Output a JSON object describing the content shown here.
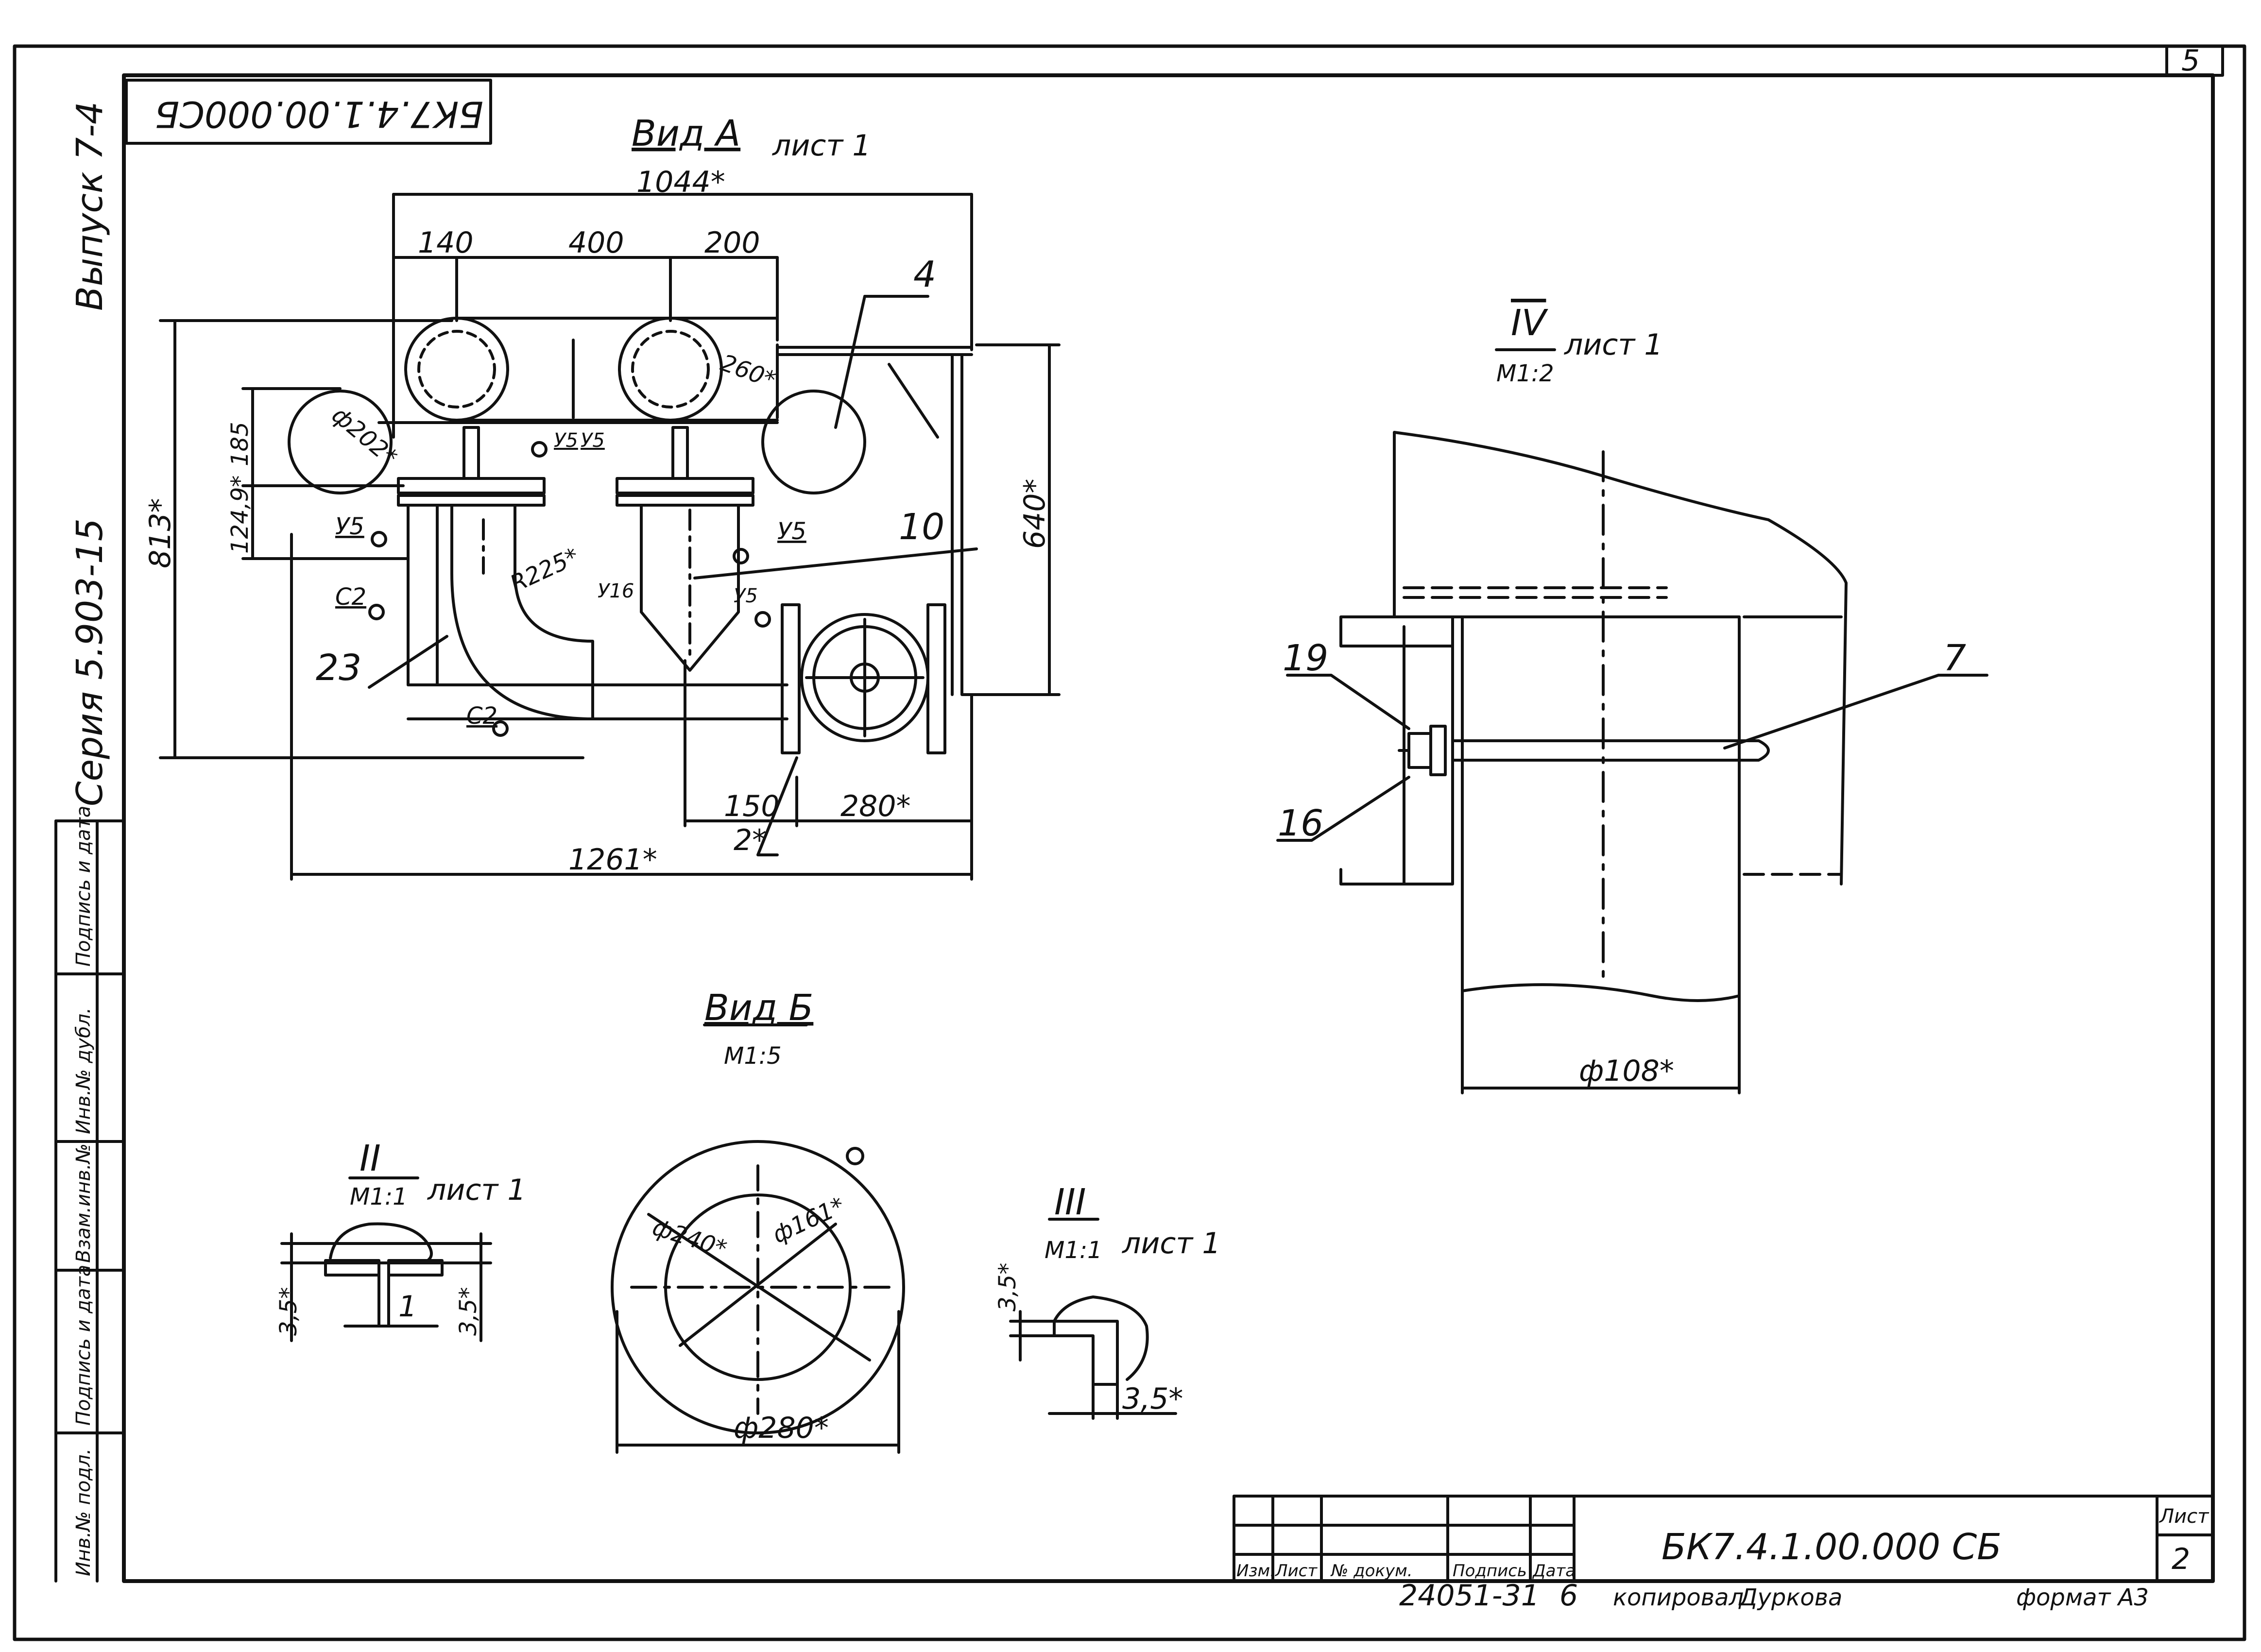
{
  "sheet": {
    "corner_number": "5",
    "rotated_code": "БК7.4.1.00.000СБ",
    "series": "Серия 5.903-15",
    "issue": "Выпуск 7-4"
  },
  "side_stamp": {
    "cells": [
      "Подпись и дата",
      "Инв.№ дубл.",
      "Взам.инв.№",
      "Подпись и дата",
      "Инв.№ подл."
    ]
  },
  "view_a": {
    "title": "Вид А",
    "ref": "лист 1",
    "dims": {
      "overall_width": "1044*",
      "d140": "140",
      "d400": "400",
      "d200": "200",
      "d260": "260*",
      "d202": "ф202*",
      "d185": "185",
      "d124": "124,9*",
      "d813": "813*",
      "d640": "640*",
      "r225": "R225*",
      "d150": "150",
      "d280": "280*",
      "d2": "2*",
      "d1261": "1261*"
    },
    "welds": {
      "y5_a": "У5",
      "y5_b": "У5",
      "y5_c": "У5",
      "y5_d": "У5",
      "y5_e": "У5",
      "y16": "У16",
      "c2_a": "С2",
      "c2_b": "С2"
    },
    "callouts": {
      "p4": "4",
      "p10": "10",
      "p23": "23"
    }
  },
  "view_iv": {
    "label": "IV",
    "scale": "М1:2",
    "ref": "лист 1",
    "callouts": {
      "p19": "19",
      "p16": "16",
      "p7": "7"
    },
    "dia": "ф108*"
  },
  "view_b": {
    "title": "Вид Б",
    "scale": "М1:5",
    "d240": "ф240*",
    "d161": "ф161*",
    "d280": "ф280*"
  },
  "view_ii": {
    "label": "II",
    "scale": "М1:1",
    "ref": "лист 1",
    "dim_left": "3,5*",
    "dim_right": "3,5*",
    "callout": "1"
  },
  "view_iii": {
    "label": "III",
    "scale": "М1:1",
    "ref": "лист 1",
    "dim_top": "3,5*",
    "dim_bottom": "3,5*"
  },
  "title_block": {
    "doc_code": "БК7.4.1.00.000 СБ",
    "sheet_label": "Лист",
    "sheet_no": "2",
    "cols": [
      "Изм.",
      "Лист",
      "№ докум.",
      "Подпись",
      "Дата"
    ]
  },
  "footer": {
    "inv": "24051-31",
    "num": "6",
    "copied_label": "копировал",
    "copied_name": "Дуркова",
    "format": "формат А3"
  }
}
